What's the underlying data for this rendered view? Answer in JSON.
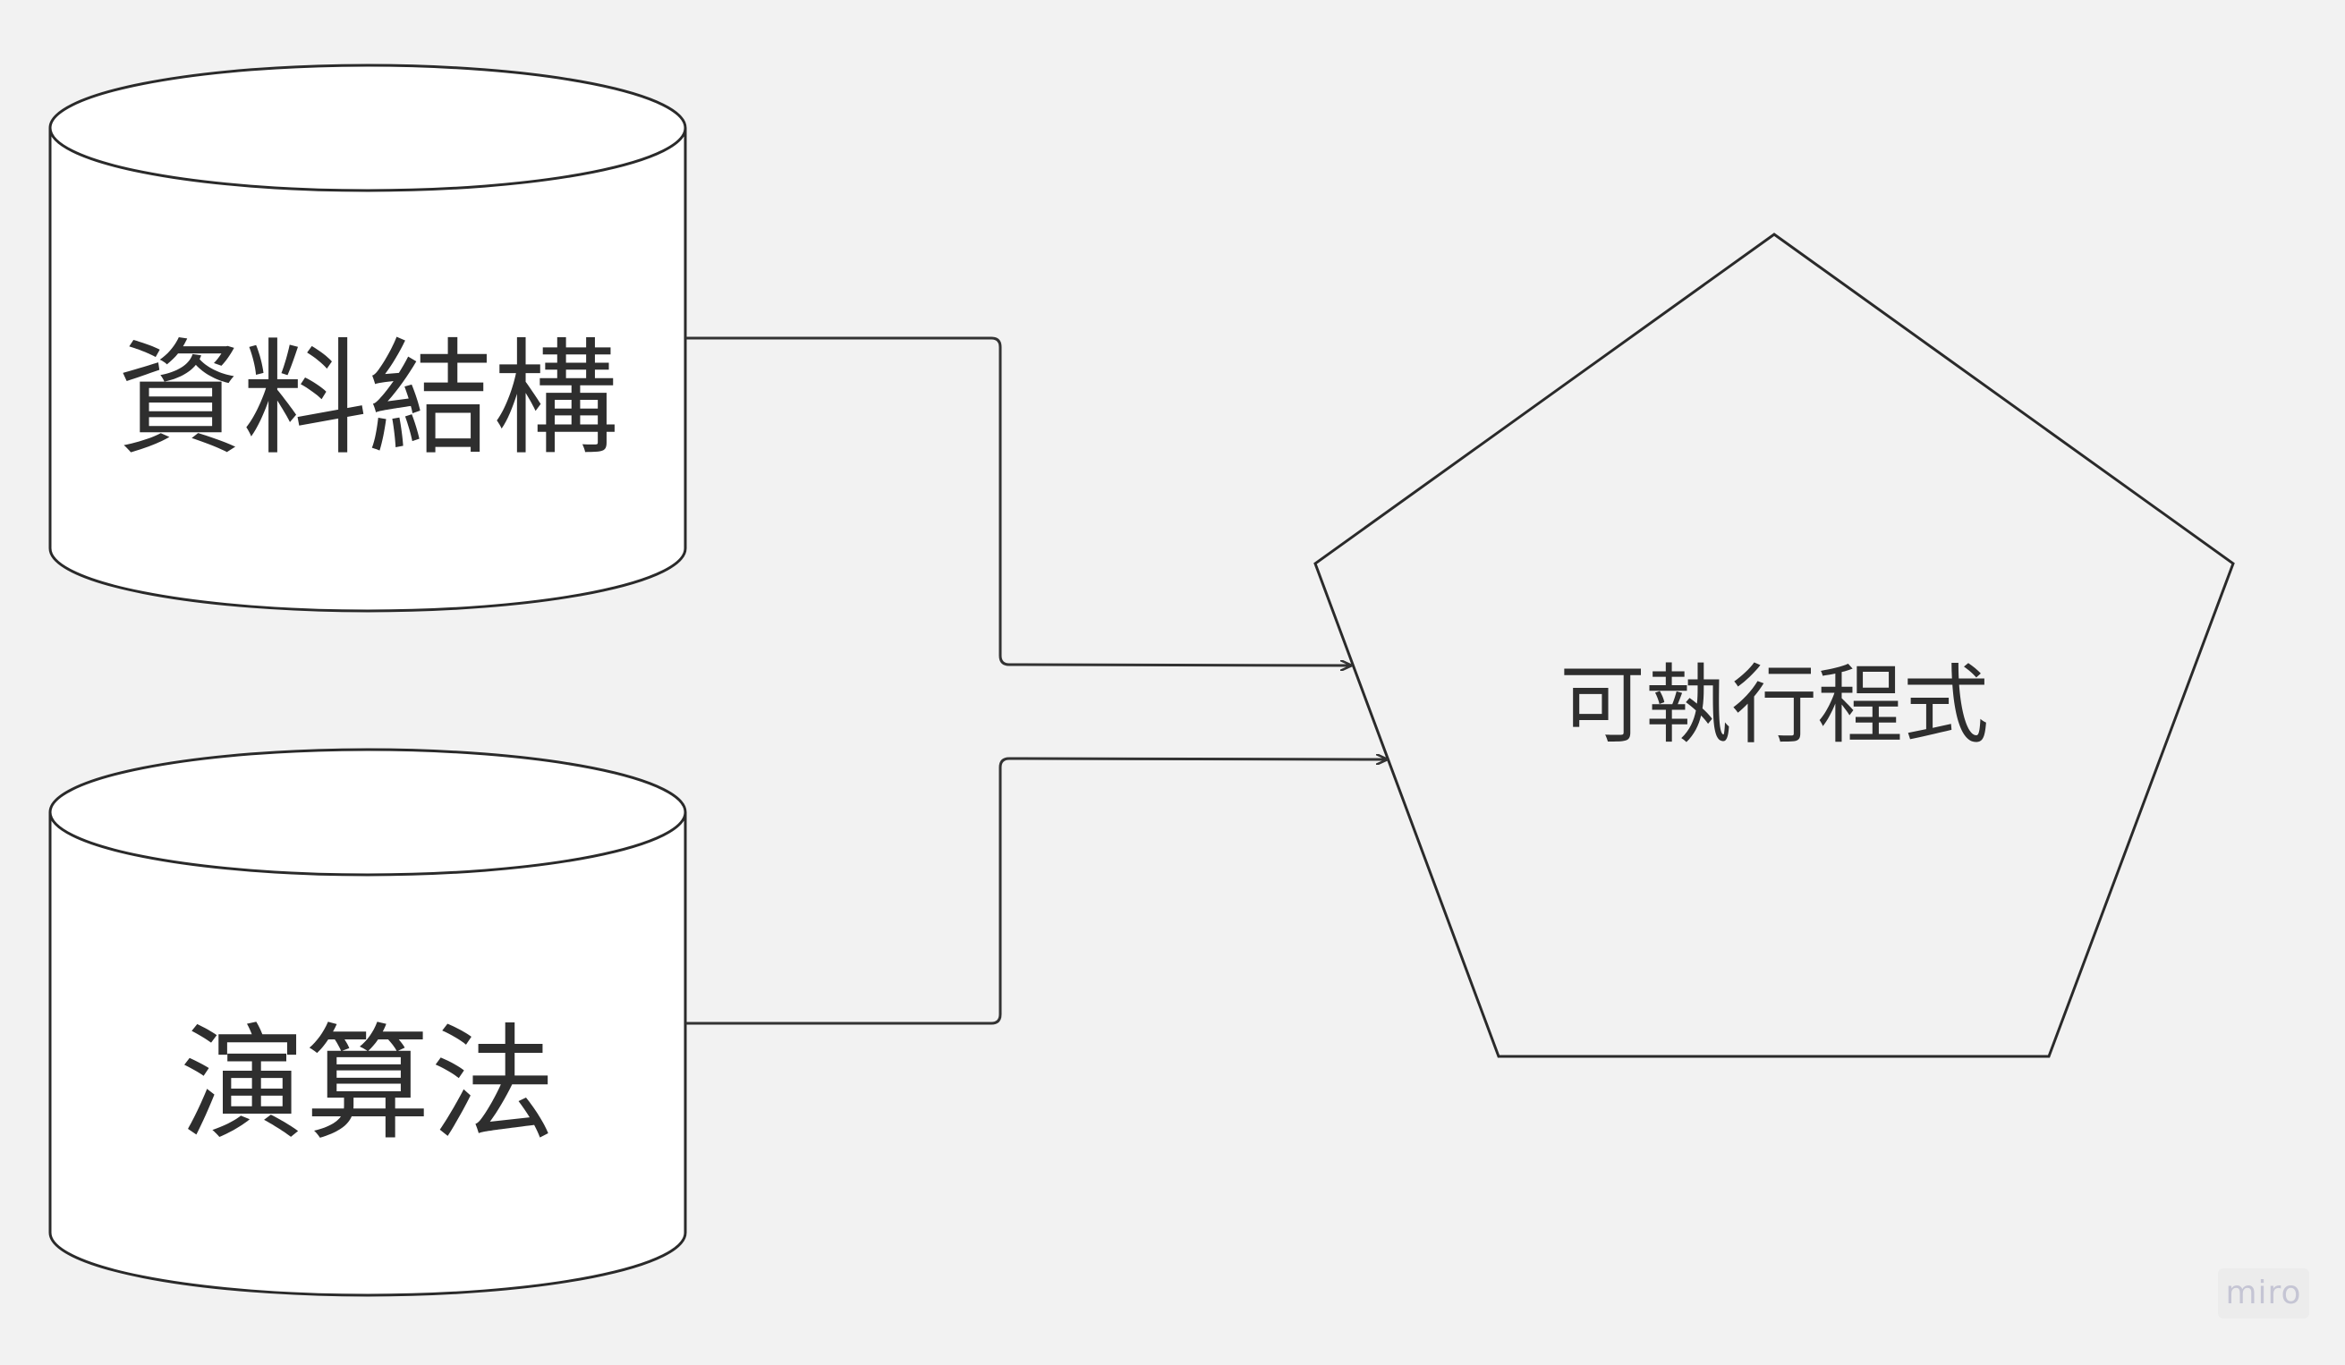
{
  "diagram": {
    "nodes": [
      {
        "id": "data-structures",
        "shape": "cylinder",
        "label": "資料結構"
      },
      {
        "id": "algorithms",
        "shape": "cylinder",
        "label": "演算法"
      },
      {
        "id": "executable",
        "shape": "pentagon",
        "label": "可執行程式"
      }
    ],
    "edges": [
      {
        "from": "data-structures",
        "to": "executable"
      },
      {
        "from": "algorithms",
        "to": "executable"
      }
    ]
  },
  "watermark": "miro"
}
